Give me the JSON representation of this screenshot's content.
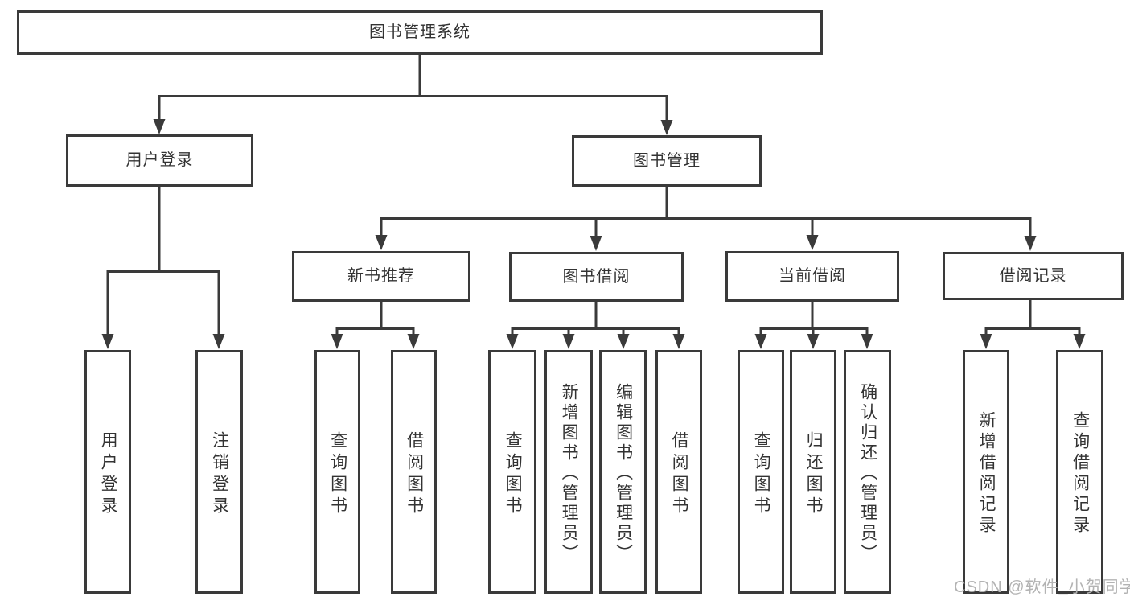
{
  "diagram": {
    "title": "图书管理系统",
    "tree": {
      "label": "图书管理系统",
      "children": [
        {
          "label": "用户登录",
          "children": [
            {
              "label": "用户登录"
            },
            {
              "label": "注销登录"
            }
          ]
        },
        {
          "label": "图书管理",
          "children": [
            {
              "label": "新书推荐",
              "children": [
                {
                  "label": "查询图书"
                },
                {
                  "label": "借阅图书"
                }
              ]
            },
            {
              "label": "图书借阅",
              "children": [
                {
                  "label": "查询图书"
                },
                {
                  "label": "新增图书（管理员）"
                },
                {
                  "label": "编辑图书（管理员）"
                },
                {
                  "label": "借阅图书"
                }
              ]
            },
            {
              "label": "当前借阅",
              "children": [
                {
                  "label": "查询图书"
                },
                {
                  "label": "归还图书"
                },
                {
                  "label": "确认归还（管理员）"
                }
              ]
            },
            {
              "label": "借阅记录",
              "children": [
                {
                  "label": "新增借阅记录"
                },
                {
                  "label": "查询借阅记录"
                }
              ]
            }
          ]
        }
      ]
    },
    "watermark": "CSDN @软件_小贺同学",
    "colors": {
      "line": "#3a3a3a",
      "text": "#333333",
      "watermark": "#b3b3b3",
      "background": "#ffffff"
    }
  }
}
